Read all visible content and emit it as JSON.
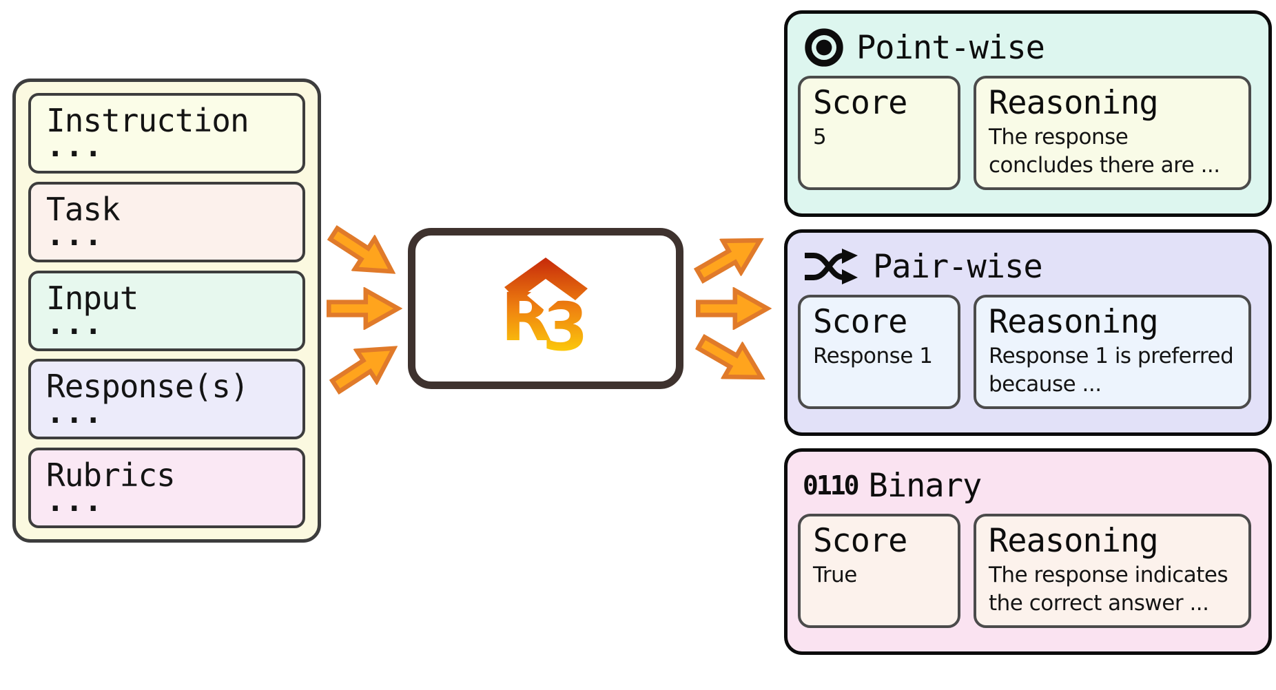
{
  "inputs_panel": {
    "items": [
      {
        "label": "Instruction",
        "ellipsis": "..."
      },
      {
        "label": "Task",
        "ellipsis": "..."
      },
      {
        "label": "Input",
        "ellipsis": "..."
      },
      {
        "label": "Response(s)",
        "ellipsis": "..."
      },
      {
        "label": "Rubrics",
        "ellipsis": "..."
      }
    ]
  },
  "model": {
    "logo_letters": [
      "R",
      "3"
    ]
  },
  "outputs": [
    {
      "title": "Point-wise",
      "icon": "bullseye-icon",
      "score_label": "Score",
      "score_value": "5",
      "reasoning_label": "Reasoning",
      "reasoning_text": "The response concludes there are ..."
    },
    {
      "title": "Pair-wise",
      "icon": "shuffle-icon",
      "score_label": "Score",
      "score_value": "Response 1",
      "reasoning_label": "Reasoning",
      "reasoning_text": "Response 1 is preferred because ..."
    },
    {
      "title": "Binary",
      "icon": "binary-digits-icon",
      "icon_rows": [
        "01",
        "10"
      ],
      "score_label": "Score",
      "score_value": "True",
      "reasoning_label": "Reasoning",
      "reasoning_text": "The response indicates the correct answer ..."
    }
  ],
  "colors": {
    "panel_bg": "#FBF9E0",
    "item_instruction_bg": "#FBFDE8",
    "item_task_bg": "#FCF1EC",
    "item_input_bg": "#E7F8EE",
    "item_response_bg": "#ECEBFA",
    "item_rubrics_bg": "#FAE8F4",
    "pointwise_card_bg": "#DDF6EF",
    "pointwise_inner_bg": "#F9FBE7",
    "pairwise_card_bg": "#E2E1F8",
    "pairwise_inner_bg": "#EDF4FD",
    "binary_card_bg": "#FAE3F1",
    "binary_inner_bg": "#FCF2EC",
    "arrow_fill": "#FFA41D",
    "arrow_stroke": "#E07A2A",
    "logo_gradient_top": "#C6290A",
    "logo_gradient_mid": "#EF8210",
    "logo_gradient_bottom": "#FED60B",
    "model_border": "#3E322E",
    "box_border": "#3D3D3D"
  }
}
